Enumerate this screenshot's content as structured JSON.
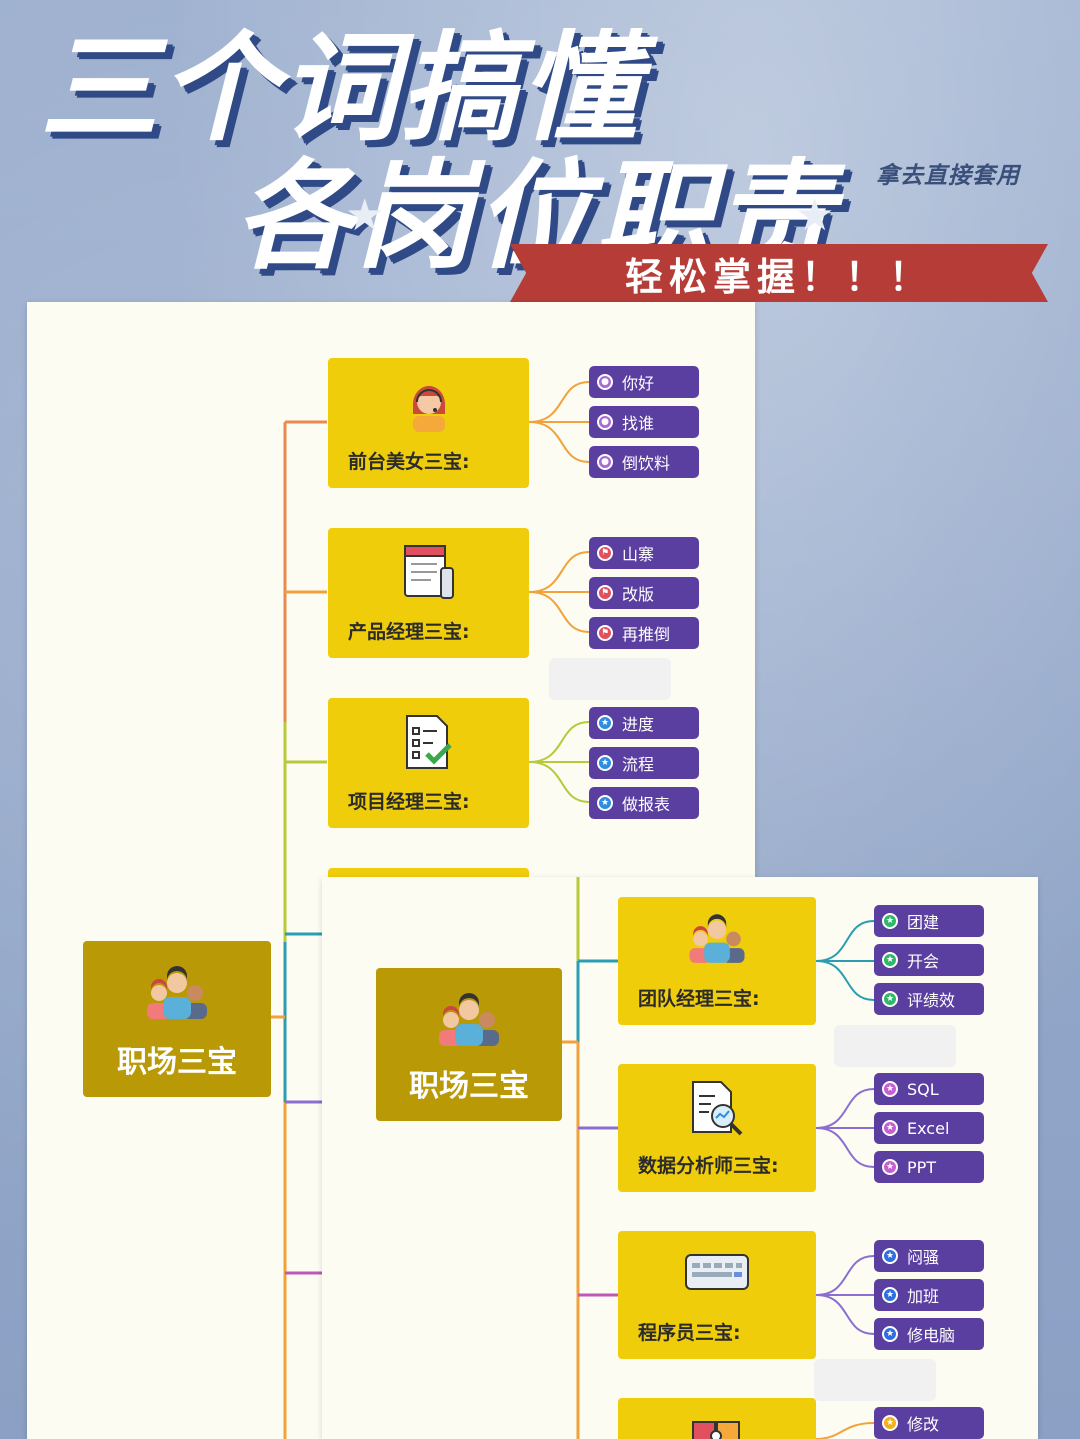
{
  "header": {
    "title_line1": "三个词搞懂",
    "title_line2": "各岗位职责",
    "subtitle": "拿去直接套用",
    "banner": "轻松掌握！！！"
  },
  "colors": {
    "background": "#8ea3c6",
    "banner": "#b63c38",
    "root_node": "#b99a06",
    "role_node": "#f0cd0b",
    "leaf_pill": "#5b3fa0"
  },
  "mindmap_left": {
    "root": {
      "label": "职场三宝",
      "icon": "team-icon"
    },
    "branches": [
      {
        "label": "前台美女三宝:",
        "icon": "receptionist-icon",
        "leaf_icon": "user-circle-icon",
        "leaf_color": "#a86bd6",
        "items": [
          "你好",
          "找谁",
          "倒饮料"
        ]
      },
      {
        "label": "产品经理三宝:",
        "icon": "document-icon",
        "leaf_icon": "flag-circle-icon",
        "leaf_color": "#e0505e",
        "items": [
          "山寨",
          "改版",
          "再推倒"
        ]
      },
      {
        "label": "项目经理三宝:",
        "icon": "checklist-icon",
        "leaf_icon": "star-circle-icon",
        "leaf_color": "#2d8ee0",
        "items": [
          "进度",
          "流程",
          "做报表"
        ]
      }
    ]
  },
  "mindmap_right": {
    "root": {
      "label": "职场三宝",
      "icon": "team-icon"
    },
    "branches": [
      {
        "label": "团队经理三宝:",
        "icon": "team-icon",
        "leaf_icon": "star-circle-icon",
        "leaf_color": "#2fb86a",
        "items": [
          "团建",
          "开会",
          "评绩效"
        ]
      },
      {
        "label": "数据分析师三宝:",
        "icon": "report-search-icon",
        "leaf_icon": "star-circle-icon",
        "leaf_color": "#c560d0",
        "items": [
          "SQL",
          "Excel",
          "PPT"
        ]
      },
      {
        "label": "程序员三宝:",
        "icon": "keyboard-icon",
        "leaf_icon": "star-circle-icon",
        "leaf_color": "#2d6ee0",
        "items": [
          "闷骚",
          "加班",
          "修电脑"
        ]
      },
      {
        "label": "",
        "icon": "puzzle-icon",
        "leaf_icon": "star-circle-icon",
        "leaf_color": "#f0b020",
        "items": [
          "修改"
        ]
      }
    ]
  }
}
